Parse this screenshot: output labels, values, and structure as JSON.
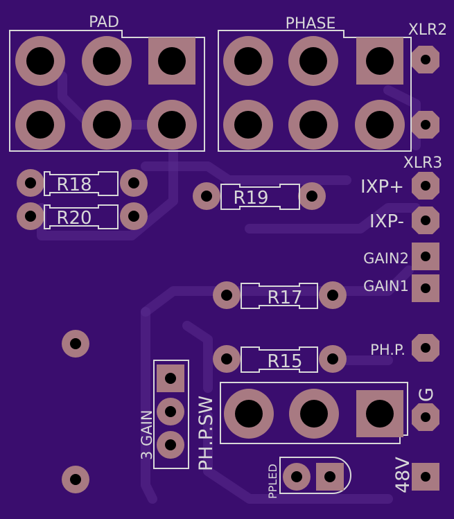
{
  "colors": {
    "board": "#3a0d6e",
    "copper_pad": "#a87a82",
    "silkscreen": "#d8d8d8",
    "trace_ghost": "#5a2c8e"
  },
  "labels": {
    "pad": "PAD",
    "phase": "PHASE",
    "xlr2": "XLR2",
    "xlr3": "XLR3",
    "ixp_plus": "IXP+",
    "ixp_minus": "IXP-",
    "gain2": "GAIN2",
    "gain1": "GAIN1",
    "php": "PH.P.",
    "php_sw": "PH.P.SW",
    "gain3": "3 GAIN",
    "g": "G",
    "v48": "48V",
    "ppled": "PPLED"
  },
  "resistors": {
    "r18": "R18",
    "r20": "R20",
    "r19": "R19",
    "r17": "R17",
    "r15": "R15"
  }
}
